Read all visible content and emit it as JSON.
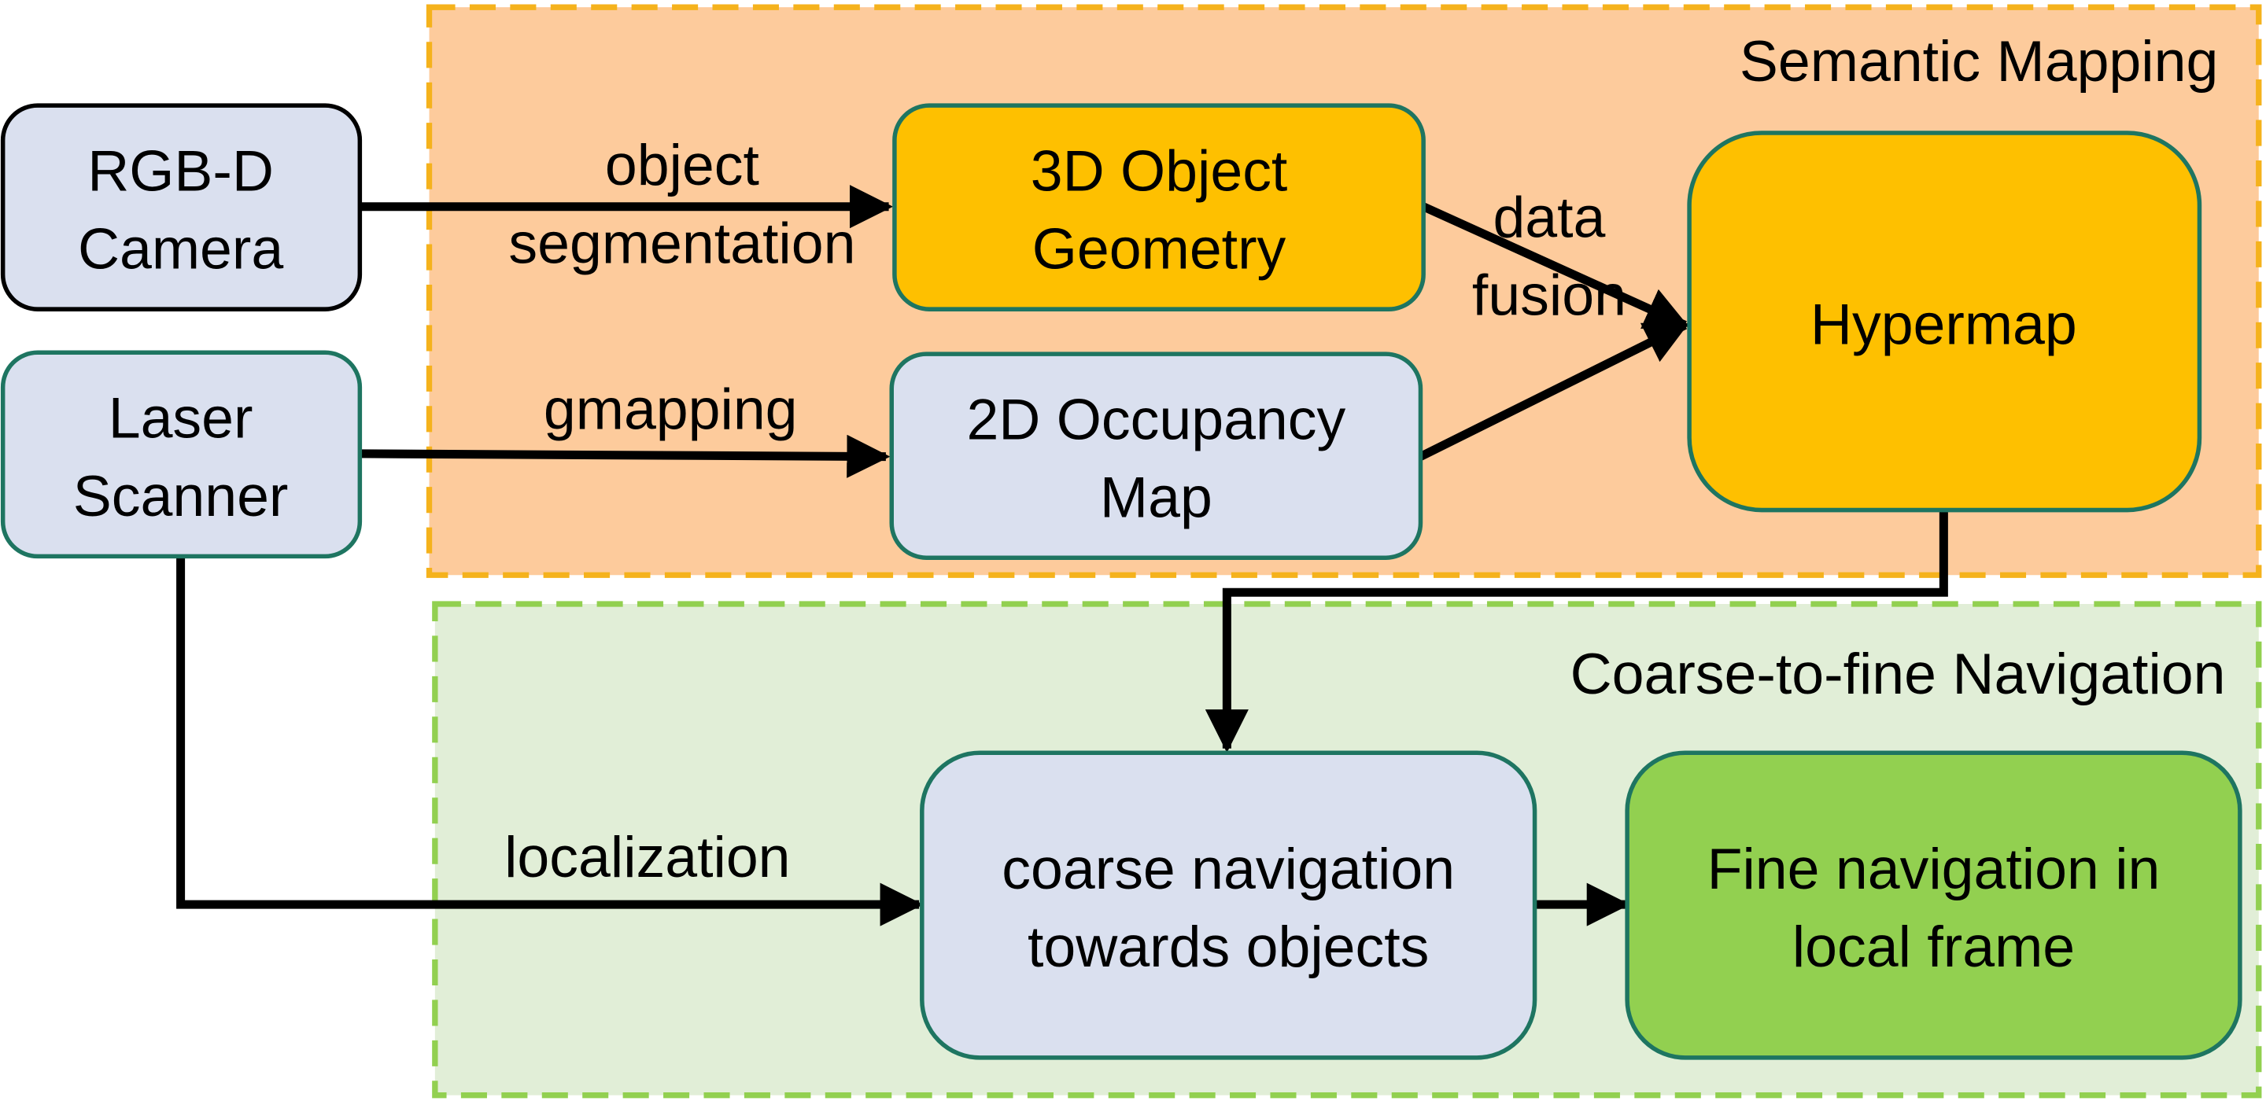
{
  "regions": {
    "semantic_mapping": {
      "title": "Semantic Mapping",
      "fill": "#fdcb9c",
      "border": "#f5b21c"
    },
    "navigation": {
      "title": "Coarse-to-fine Navigation",
      "fill": "#e1eed7",
      "border": "#92d050"
    }
  },
  "nodes": {
    "rgbd_camera": {
      "lines": [
        "RGB-D",
        "Camera"
      ],
      "fill": "#dae0ef",
      "stroke": "#000000"
    },
    "laser_scanner": {
      "lines": [
        "Laser",
        "Scanner"
      ],
      "fill": "#dae0ef",
      "stroke": "#1e7561"
    },
    "object_geometry": {
      "lines": [
        "3D Object",
        "Geometry"
      ],
      "fill": "#fec000",
      "stroke": "#1e7561"
    },
    "occupancy_map": {
      "lines": [
        "2D Occupancy",
        "Map"
      ],
      "fill": "#dae0ef",
      "stroke": "#1e7561"
    },
    "hypermap": {
      "lines": [
        "Hypermap"
      ],
      "fill": "#fec000",
      "stroke": "#1e7561"
    },
    "coarse_navigation": {
      "lines": [
        "coarse navigation",
        "towards objects"
      ],
      "fill": "#dae0ef",
      "stroke": "#1e7561"
    },
    "fine_navigation": {
      "lines": [
        "Fine navigation in",
        "local frame"
      ],
      "fill": "#92d050",
      "stroke": "#1e7561"
    }
  },
  "edges": {
    "segmentation": {
      "lines": [
        "object",
        "segmentation"
      ]
    },
    "gmapping": {
      "lines": [
        "gmapping"
      ]
    },
    "data_fusion": {
      "lines": [
        "data",
        "fusion"
      ]
    },
    "localization": {
      "lines": [
        "localization"
      ]
    }
  },
  "arrow_color": "#000000"
}
